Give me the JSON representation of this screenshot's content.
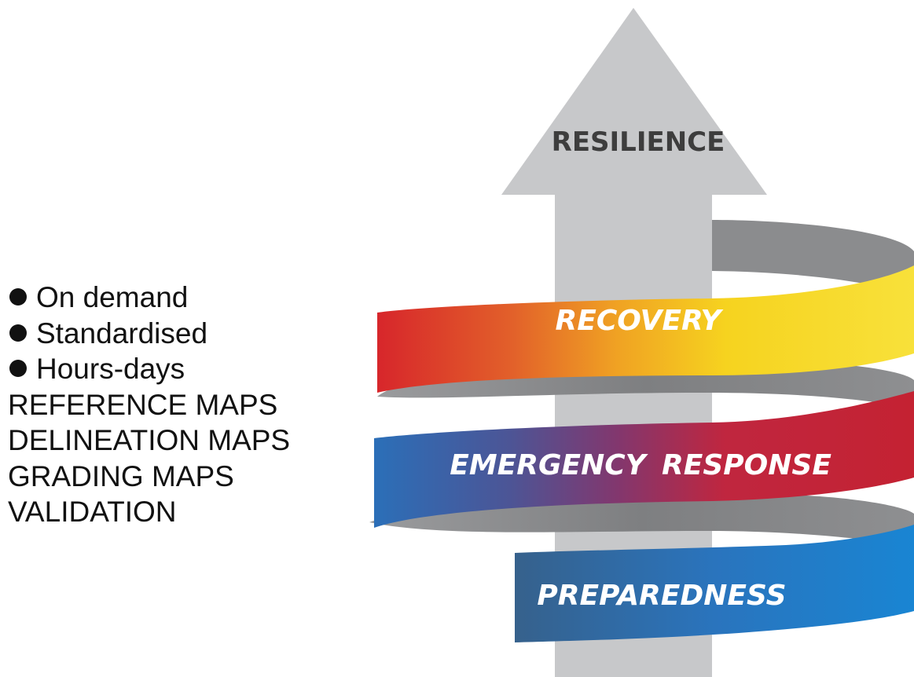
{
  "arrow": {
    "label": "RESILIENCE",
    "fill": "#c7c8ca",
    "text_color": "#3d3d3d"
  },
  "bullets": [
    {
      "text": "On demand"
    },
    {
      "text": "Standardised"
    },
    {
      "text": "Hours-days"
    }
  ],
  "products": [
    {
      "text": "REFERENCE MAPS"
    },
    {
      "text": "DELINEATION MAPS"
    },
    {
      "text": "GRADING MAPS"
    },
    {
      "text": "VALIDATION"
    }
  ],
  "bands": {
    "recovery": {
      "label": "RECOVERY",
      "colors": [
        "#d8252a",
        "#ee8a23",
        "#f5d21e",
        "#f8e13a"
      ],
      "text_color": "#ffffff"
    },
    "emergency_response": {
      "label_left": "EMERGENCY",
      "label_right": "RESPONSE",
      "colors": [
        "#2c6fb7",
        "#6e3b78",
        "#c8253a",
        "#c42232"
      ],
      "text_color": "#ffffff"
    },
    "preparedness": {
      "label": "PREPAREDNESS",
      "colors": [
        "#33628f",
        "#2c78c4",
        "#1a85d2"
      ],
      "text_color": "#ffffff"
    }
  },
  "colors": {
    "text": "#111111",
    "band_inner": "#8c8d8f",
    "band_inner_dark": "#6f7072"
  }
}
